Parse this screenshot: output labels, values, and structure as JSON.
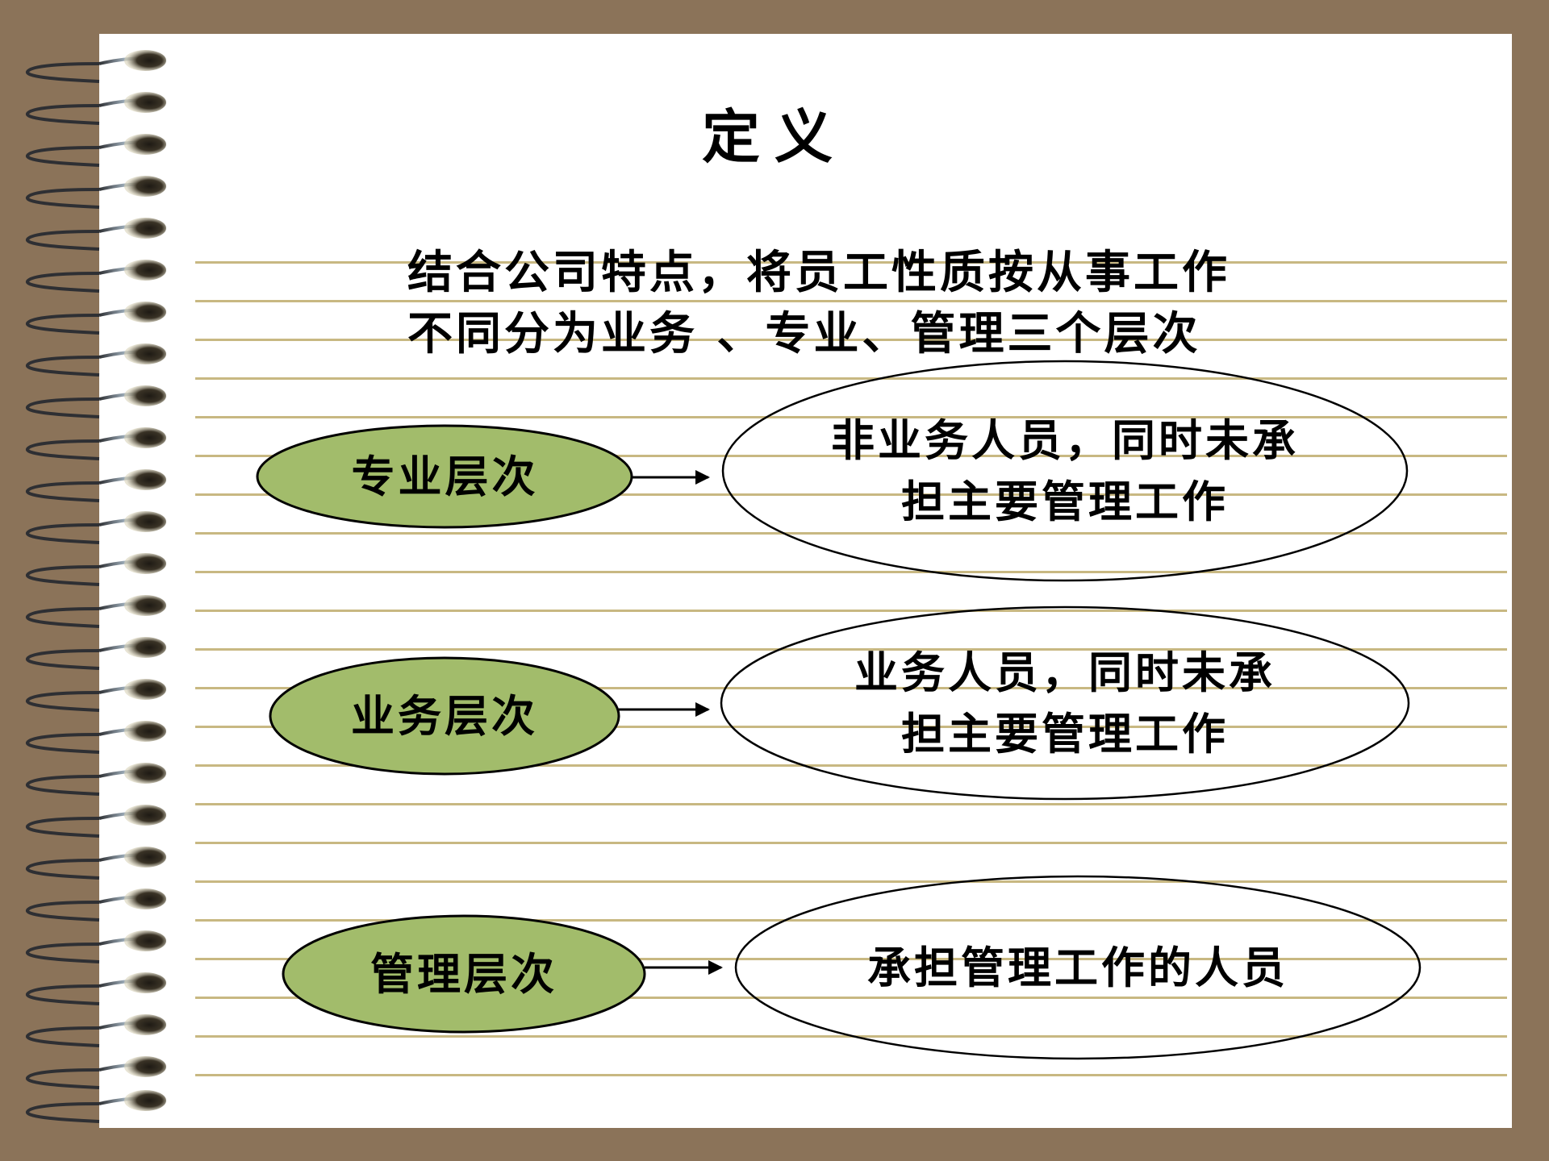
{
  "slide": {
    "title": "定义",
    "intro": {
      "line1": "结合公司特点，将员工性质按从事工作",
      "line2": "不同分为业务 、专业、管理三个层次"
    },
    "levels": [
      {
        "name": "专业层次",
        "desc_line1": "非业务人员，同时未承",
        "desc_line2": "担主要管理工作"
      },
      {
        "name": "业务层次",
        "desc_line1": "业务人员，同时未承",
        "desc_line2": "担主要管理工作"
      },
      {
        "name": "管理层次",
        "desc_line1": "承担管理工作的人员"
      }
    ]
  },
  "colors": {
    "background": "#8b7359",
    "paper": "#ffffff",
    "rule_line": "#c8b882",
    "level_fill": "#a2bc6b",
    "outline": "#000000"
  }
}
